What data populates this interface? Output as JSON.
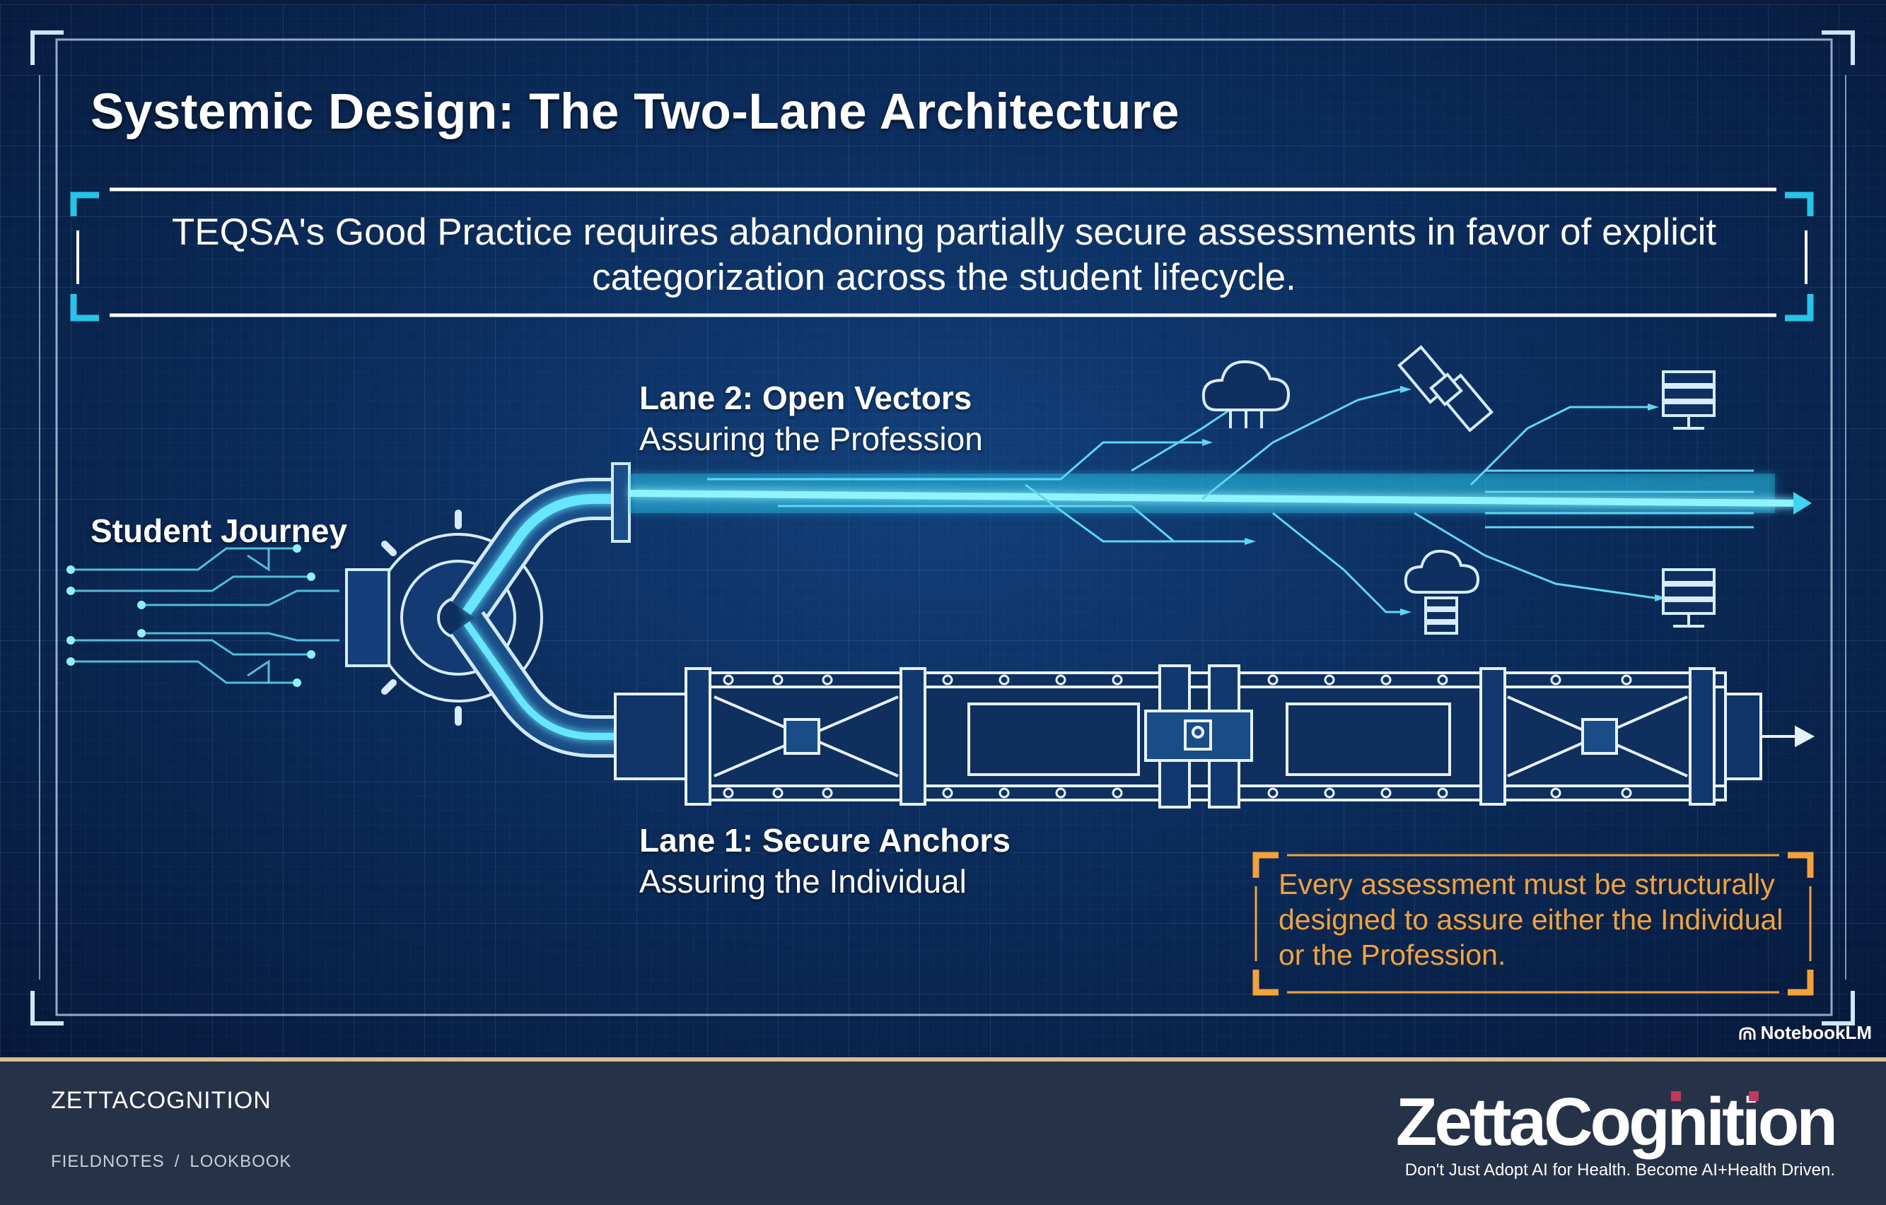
{
  "slide": {
    "title": "Systemic Design: The Two-Lane Architecture",
    "quote": "TEQSA's Good Practice requires abandoning partially secure assessments in favor of explicit categorization across the student lifecycle.",
    "student_journey": "Student Journey",
    "lane2": {
      "heading": "Lane 2: Open Vectors",
      "subtitle": "Assuring the Profession"
    },
    "lane1": {
      "heading": "Lane 1: Secure Anchors",
      "subtitle": "Assuring the Individual"
    },
    "callout": "Every assessment must be structurally designed to assure either the Individual or the Profession.",
    "watermark": "NotebookLM"
  },
  "footer": {
    "brand": "ZETTACOGNITION",
    "breadcrumb": [
      "FIELDNOTES",
      "/",
      "LOOKBOOK"
    ],
    "logo_word": "ZettaCognition",
    "tagline": "Don't Just Adopt AI for Health. Become AI+Health Driven."
  },
  "colors": {
    "accent_cyan": "#3fd4f0",
    "callout_orange": "#f3a23a",
    "footer_bg": "#263248",
    "footer_rule": "#d9be8e",
    "logo_dots": "#c0395a"
  },
  "icons": [
    "cloud-icon",
    "satellite-icon",
    "server-icon",
    "cloud-server-icon",
    "gear-icon",
    "lock-icon",
    "arrow-right-icon"
  ]
}
